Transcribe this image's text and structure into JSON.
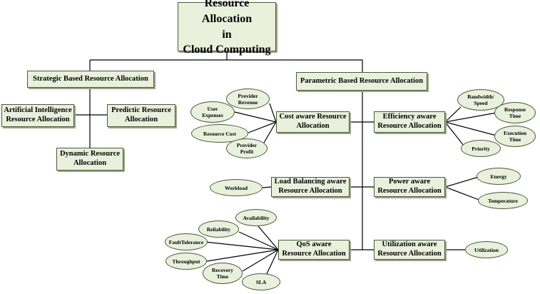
{
  "root": "Resource Allocation\nin\nCloud Computing",
  "strategic": {
    "title": "Strategic Based Resource Allocation",
    "ai": "Artificial Intelligence\nResource Allocation",
    "predictive": "Predictic  Resource\nAllocation",
    "dynamic": "Dynamic Resource\nAllocation"
  },
  "parametric": {
    "title": "Parametric Based Resource Allocation",
    "cost": {
      "label": "Cost aware Resource\nAllocation",
      "leaves": [
        "User\nExpenses",
        "Provider\nRevenue",
        "Resource Cost",
        "Provider\nProfit"
      ]
    },
    "efficiency": {
      "label": "Efficiency aware\nResource Allocation",
      "leaves": [
        "Bandwidth/\nSpeed",
        "Response\nTime",
        "Execution\nTime",
        "Priority"
      ]
    },
    "load": {
      "label": "Load Balancing aware\nResource Allocation",
      "leaves": [
        "Workload"
      ]
    },
    "power": {
      "label": "Power aware\nResource Allocation",
      "leaves": [
        "Energy",
        "Temperature"
      ]
    },
    "qos": {
      "label": "QoS aware\nResource Allocation",
      "leaves": [
        "Availability",
        "Reliability",
        "FaultTolerance",
        "Throughput",
        "Recovery\nTime",
        "SLA"
      ]
    },
    "utilization": {
      "label": "Utilization aware\nResource Allocation",
      "leaves": [
        "Utilization"
      ]
    }
  }
}
